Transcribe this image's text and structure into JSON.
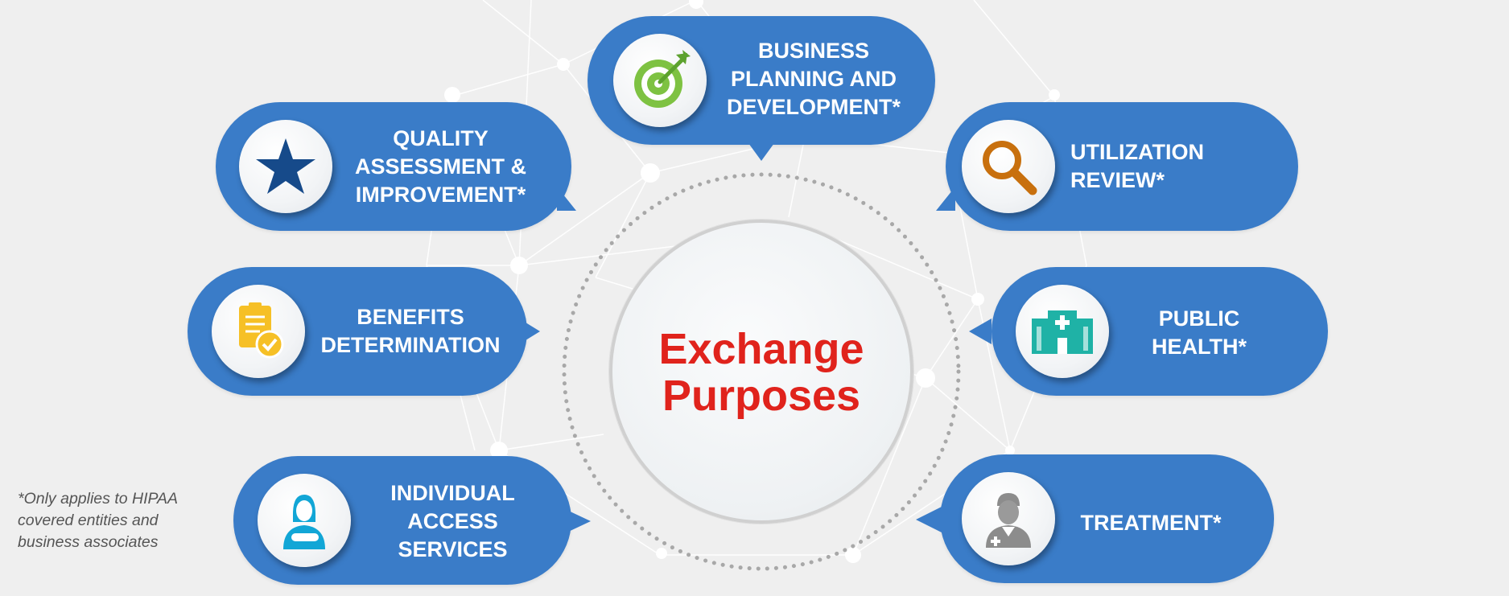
{
  "center": {
    "line1": "Exchange",
    "line2": "Purposes"
  },
  "purposes": {
    "business": {
      "lines": [
        "BUSINESS",
        "PLANNING AND",
        "DEVELOPMENT*"
      ],
      "icon": "target-icon"
    },
    "quality": {
      "lines": [
        "QUALITY",
        "ASSESSMENT &",
        "IMPROVEMENT*"
      ],
      "icon": "star-icon"
    },
    "utilization": {
      "lines": [
        "UTILIZATION",
        "REVIEW*"
      ],
      "icon": "magnifier-icon"
    },
    "benefits": {
      "lines": [
        "BENEFITS",
        "DETERMINATION"
      ],
      "icon": "document-check-icon"
    },
    "public_health": {
      "lines": [
        "PUBLIC",
        "HEALTH*"
      ],
      "icon": "hospital-icon"
    },
    "individual": {
      "lines": [
        "INDIVIDUAL",
        "ACCESS",
        "SERVICES"
      ],
      "icon": "patient-icon"
    },
    "treatment": {
      "lines": [
        "TREATMENT*"
      ],
      "icon": "doctor-icon"
    }
  },
  "footnote": {
    "lines": [
      "*Only applies to HIPAA",
      "covered entities and",
      "business associates"
    ]
  },
  "colors": {
    "bubble": "#3a7cc8",
    "center_text": "#e0231c",
    "background": "#efefef"
  }
}
